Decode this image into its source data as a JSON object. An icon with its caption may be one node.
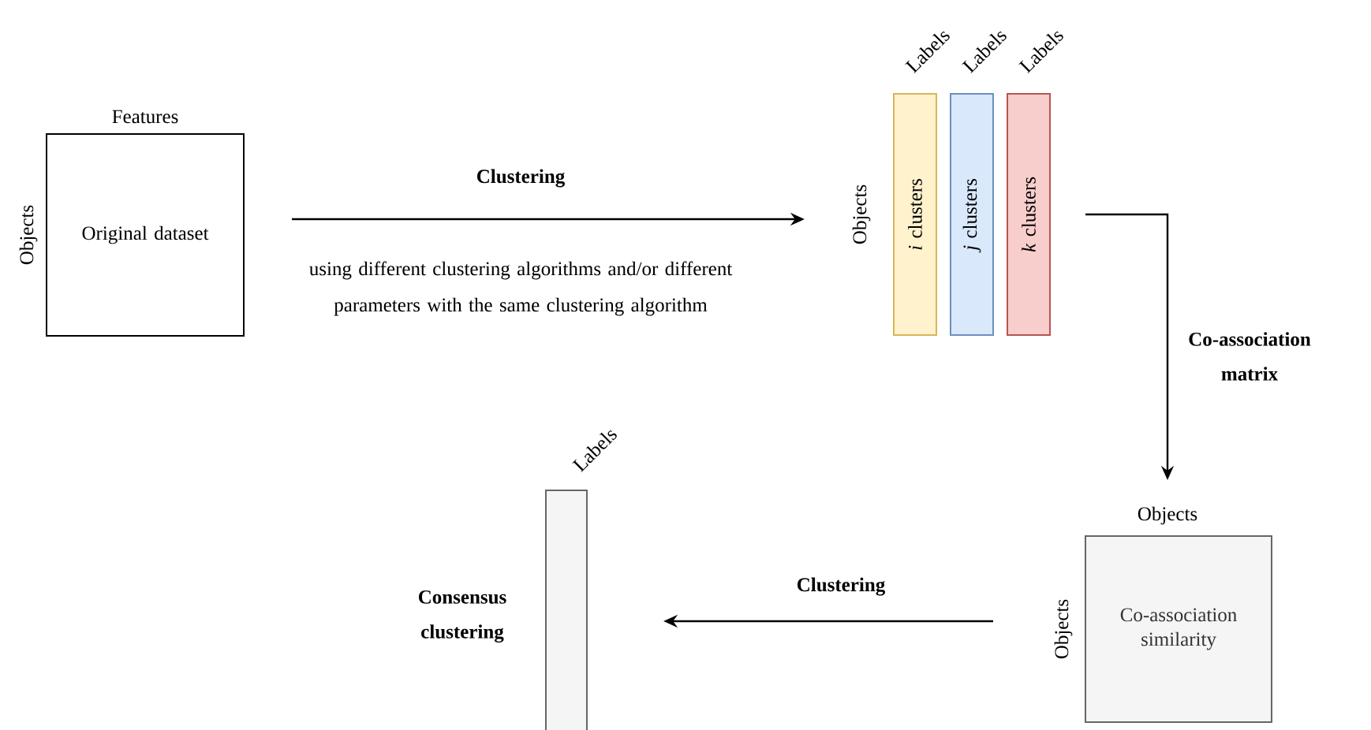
{
  "diagram": {
    "nodes": [
      {
        "text": [
          "Original dataset"
        ],
        "beside": [
          "Features",
          "Objects"
        ]
      },
      {
        "text": [
          "*i* clusters"
        ],
        "beside": [
          "Labels"
        ]
      },
      {
        "text": [
          "*j* clusters"
        ],
        "beside": [
          "Labels"
        ]
      },
      {
        "text": [
          "*k* clusters"
        ],
        "beside": [
          "Labels"
        ]
      },
      {
        "text": [
          "Co-association similarity"
        ],
        "beside": [
          "Objects",
          "Objects"
        ]
      },
      {
        "text": [],
        "shape": "bar",
        "beside": [
          "Labels",
          "Consensus clustering"
        ]
      }
    ],
    "edges": [
      {
        "from": 0,
        "to": 1,
        "arrow": "to",
        "label": "Clustering"
      },
      {
        "from": 3,
        "to": 4,
        "arrow": "to",
        "label": "Co-association matrix"
      },
      {
        "from": 4,
        "to": 5,
        "arrow": "to",
        "label": "Clustering"
      }
    ],
    "labels": [
      "using different clustering algorithms and/or different parameters with the same clustering algorithm",
      "Objects"
    ]
  }
}
